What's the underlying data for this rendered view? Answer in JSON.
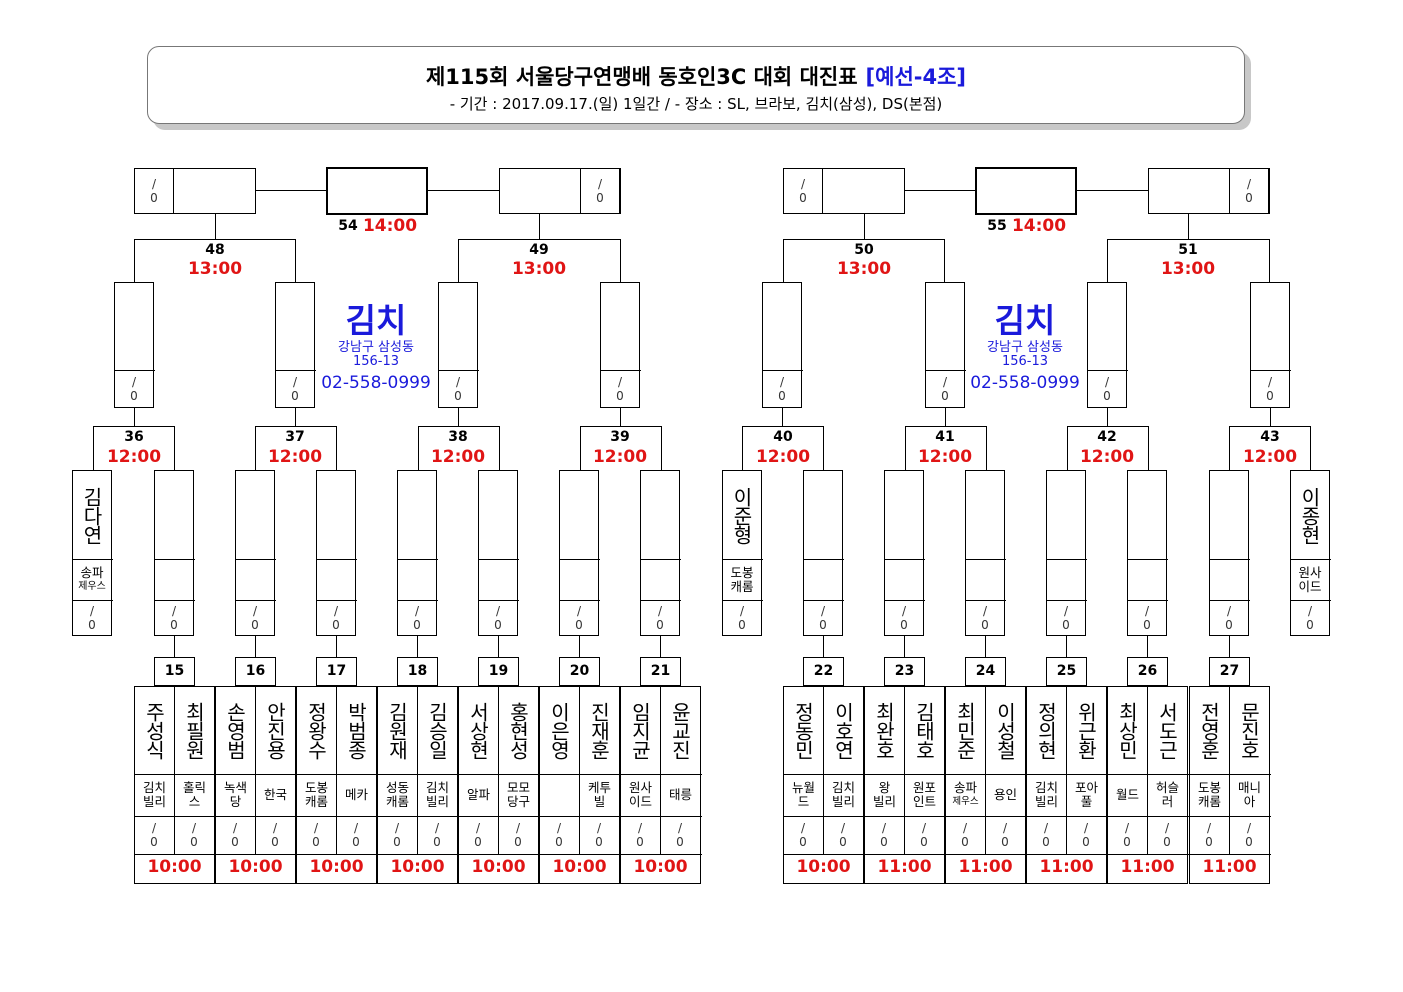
{
  "header": {
    "title": "제115회 서울당구연맹배 동호인3C 대회 대진표",
    "title_tag": "[예선-4조]",
    "subtitle": "- 기간 : 2017.09.17.(일) 1일간 / - 장소 : SL, 브라보, 김치(삼성), DS(본점)"
  },
  "score_placeholder": "/\n0",
  "venue": {
    "name": "김치",
    "address_line1": "강남구 삼성동",
    "address_line2": "156-13",
    "phone": "02-558-0999"
  },
  "matches": {
    "m54": {
      "num": "54",
      "time": "14:00"
    },
    "m55": {
      "num": "55",
      "time": "14:00"
    },
    "m48": {
      "num": "48",
      "time": "13:00"
    },
    "m49": {
      "num": "49",
      "time": "13:00"
    },
    "m50": {
      "num": "50",
      "time": "13:00"
    },
    "m51": {
      "num": "51",
      "time": "13:00"
    },
    "m36": {
      "num": "36",
      "time": "12:00"
    },
    "m37": {
      "num": "37",
      "time": "12:00"
    },
    "m38": {
      "num": "38",
      "time": "12:00"
    },
    "m39": {
      "num": "39",
      "time": "12:00"
    },
    "m40": {
      "num": "40",
      "time": "12:00"
    },
    "m41": {
      "num": "41",
      "time": "12:00"
    },
    "m42": {
      "num": "42",
      "time": "12:00"
    },
    "m43": {
      "num": "43",
      "time": "12:00"
    }
  },
  "byes": [
    {
      "name": "김다연",
      "club": "송파",
      "club2": "제우스"
    },
    {
      "name": "이준형",
      "club": "도봉",
      "club2": "캐롬"
    },
    {
      "name": "이종현",
      "club": "원사",
      "club2": "이드"
    }
  ],
  "first_round": [
    {
      "num": "15",
      "time": "10:00",
      "p1": {
        "name": "주성식",
        "club": "김치\n빌리"
      },
      "p2": {
        "name": "최필원",
        "club": "홀릭\n스"
      }
    },
    {
      "num": "16",
      "time": "10:00",
      "p1": {
        "name": "손영범",
        "club": "녹색\n당"
      },
      "p2": {
        "name": "안진용",
        "club": "한국"
      }
    },
    {
      "num": "17",
      "time": "10:00",
      "p1": {
        "name": "정왕수",
        "club": "도봉\n캐롬"
      },
      "p2": {
        "name": "박범종",
        "club": "메카"
      }
    },
    {
      "num": "18",
      "time": "10:00",
      "p1": {
        "name": "김원재",
        "club": "성동\n캐롬"
      },
      "p2": {
        "name": "김승일",
        "club": "김치\n빌리"
      }
    },
    {
      "num": "19",
      "time": "10:00",
      "p1": {
        "name": "서상현",
        "club": "알파"
      },
      "p2": {
        "name": "홍현성",
        "club": "모모\n당구"
      }
    },
    {
      "num": "20",
      "time": "10:00",
      "p1": {
        "name": "이은영",
        "club": ""
      },
      "p2": {
        "name": "진재훈",
        "club": "케투\n빌"
      }
    },
    {
      "num": "21",
      "time": "10:00",
      "p1": {
        "name": "임지균",
        "club": "원사\n이드"
      },
      "p2": {
        "name": "윤교진",
        "club": "태릉"
      }
    },
    {
      "num": "22",
      "time": "10:00",
      "p1": {
        "name": "정동민",
        "club": "뉴월\n드"
      },
      "p2": {
        "name": "이호연",
        "club": "김치\n빌리"
      }
    },
    {
      "num": "23",
      "time": "11:00",
      "p1": {
        "name": "최완호",
        "club": "왕\n빌리"
      },
      "p2": {
        "name": "김태호",
        "club": "원포\n인트"
      }
    },
    {
      "num": "24",
      "time": "11:00",
      "p1": {
        "name": "최민준",
        "club": "송파\n제우스"
      },
      "p2": {
        "name": "이성철",
        "club": "용인"
      }
    },
    {
      "num": "25",
      "time": "11:00",
      "p1": {
        "name": "정의현",
        "club": "김치\n빌리"
      },
      "p2": {
        "name": "위근환",
        "club": "포아\n풀"
      }
    },
    {
      "num": "26",
      "time": "11:00",
      "p1": {
        "name": "최상민",
        "club": "월드"
      },
      "p2": {
        "name": "서도근",
        "club": "허슬\n러"
      }
    },
    {
      "num": "27",
      "time": "11:00",
      "p1": {
        "name": "전영훈",
        "club": "도봉\n캐롬"
      },
      "p2": {
        "name": "문진호",
        "club": "매니\n아"
      }
    }
  ]
}
